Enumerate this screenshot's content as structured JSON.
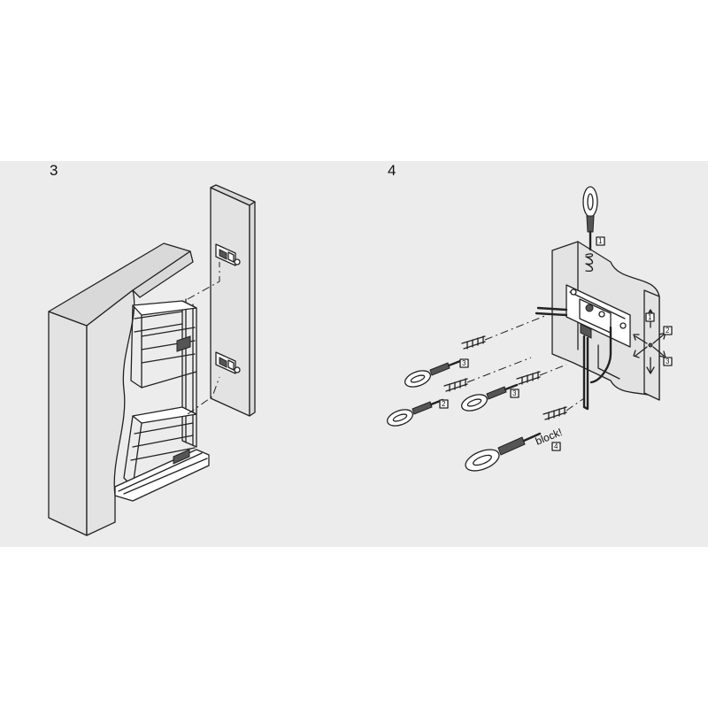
{
  "steps": [
    {
      "number": "3"
    },
    {
      "number": "4"
    }
  ],
  "callouts": {
    "screwdriver_top": "1",
    "arrow_up": "1",
    "arrow_side_top": "2",
    "arrow_side_bottom": "3",
    "left_upper": "3",
    "left_lower": "2",
    "middle": "3",
    "bottom": "4"
  },
  "block_label": "block!",
  "colors": {
    "band": "#ececec",
    "line": "#222222",
    "wood": "#e3e3e3"
  }
}
